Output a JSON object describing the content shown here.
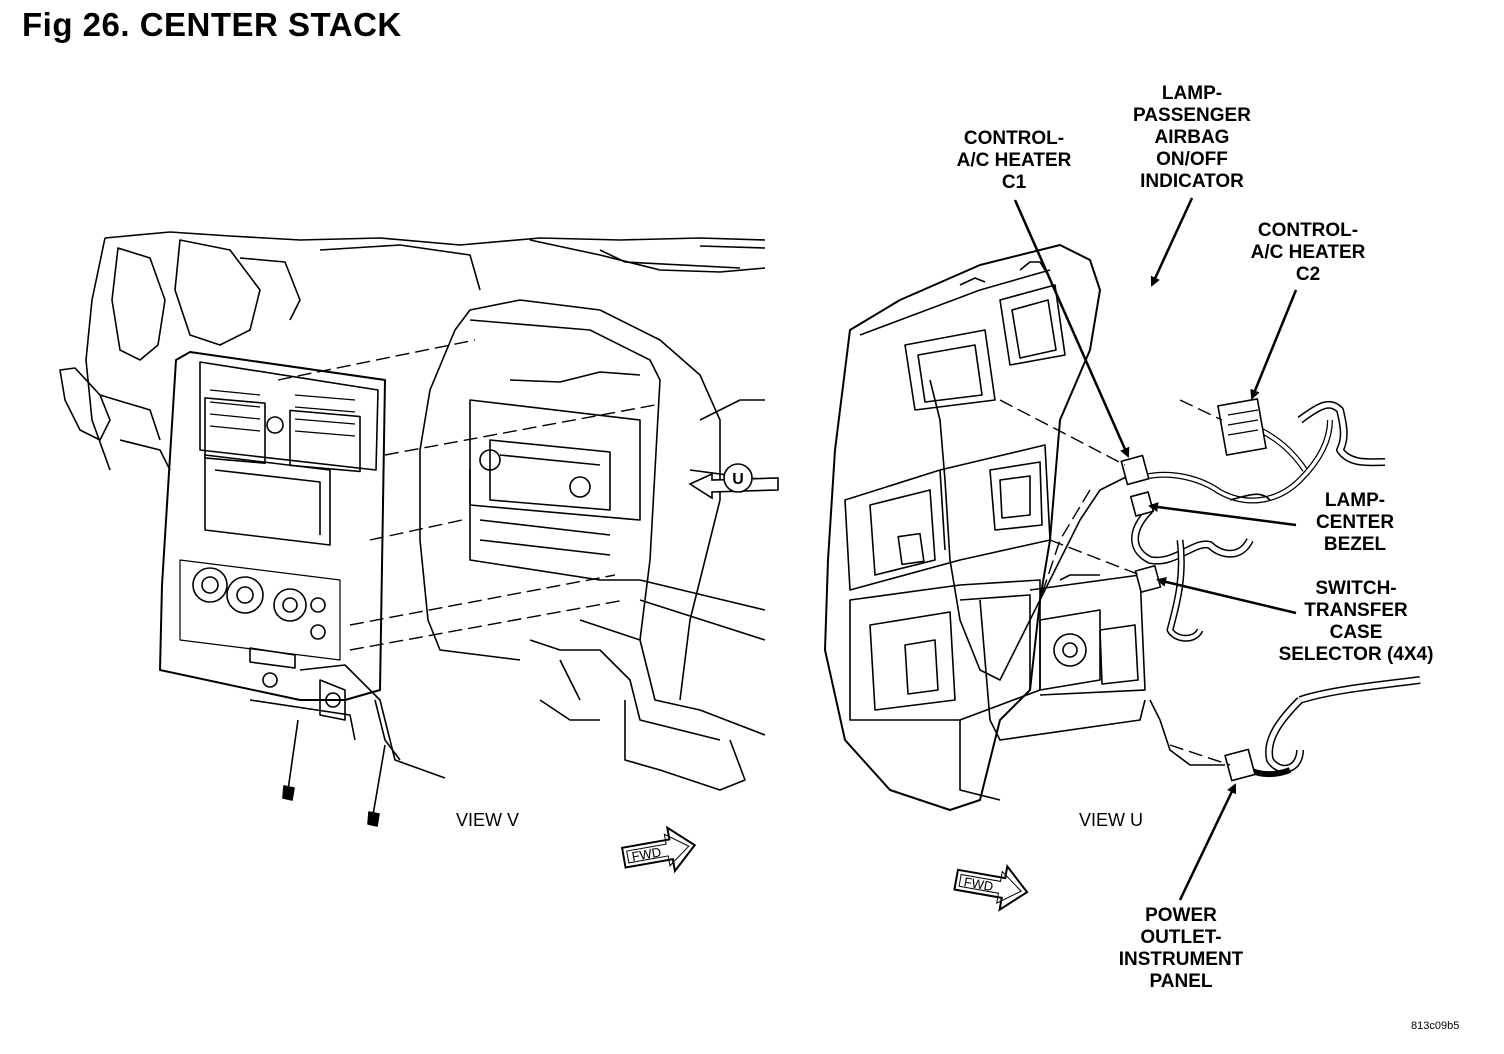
{
  "figure": {
    "title": "Fig 26. CENTER STACK",
    "code": "813c09b5"
  },
  "views": {
    "left": "VIEW V",
    "right": "VIEW U",
    "marker": "U"
  },
  "fwd": {
    "label": "FWD"
  },
  "callouts": [
    {
      "key": "control_ac_heater_c1",
      "lines": [
        "CONTROL-",
        "A/C HEATER",
        "C1"
      ]
    },
    {
      "key": "lamp_passenger_airbag",
      "lines": [
        "LAMP-",
        "PASSENGER",
        "AIRBAG",
        "ON/OFF",
        "INDICATOR"
      ]
    },
    {
      "key": "control_ac_heater_c2",
      "lines": [
        "CONTROL-",
        "A/C HEATER",
        "C2"
      ]
    },
    {
      "key": "lamp_center_bezel",
      "lines": [
        "LAMP-",
        "CENTER",
        "BEZEL"
      ]
    },
    {
      "key": "switch_transfer_case",
      "lines": [
        "SWITCH-",
        "TRANSFER",
        "CASE",
        "SELECTOR (4X4)"
      ]
    },
    {
      "key": "power_outlet",
      "lines": [
        "POWER",
        "OUTLET-",
        "INSTRUMENT",
        "PANEL"
      ]
    }
  ]
}
